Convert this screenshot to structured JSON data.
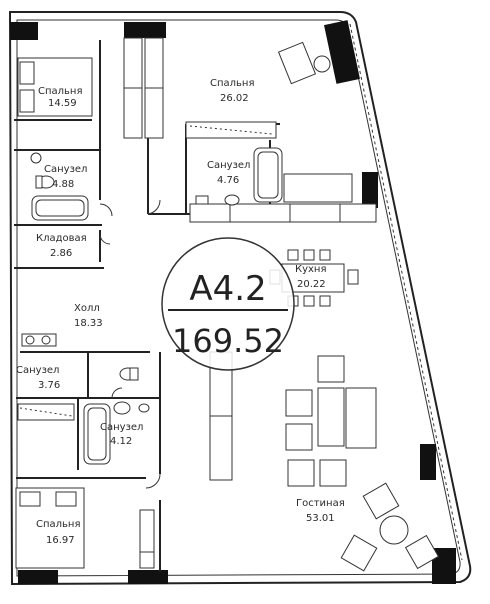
{
  "unit": {
    "code": "A4.2",
    "total_area": "169.52"
  },
  "rooms": [
    {
      "id": "bedroom-1",
      "name": "Спальня",
      "area": "14.59"
    },
    {
      "id": "bedroom-2",
      "name": "Спальня",
      "area": "26.02"
    },
    {
      "id": "bathroom-1",
      "name": "Санузел",
      "area": "4.88"
    },
    {
      "id": "bathroom-2",
      "name": "Санузел",
      "area": "4.76"
    },
    {
      "id": "storage",
      "name": "Кладовая",
      "area": "2.86"
    },
    {
      "id": "hall",
      "name": "Холл",
      "area": "18.33"
    },
    {
      "id": "kitchen",
      "name": "Кухня",
      "area": "20.22"
    },
    {
      "id": "bathroom-3",
      "name": "Санузел",
      "area": "3.76"
    },
    {
      "id": "bathroom-4",
      "name": "Санузел",
      "area": "4.12"
    },
    {
      "id": "bedroom-3",
      "name": "Спальня",
      "area": "16.97"
    },
    {
      "id": "living-room",
      "name": "Гостиная",
      "area": "53.01"
    }
  ],
  "colors": {
    "walls": "#222222",
    "background": "#ffffff"
  }
}
